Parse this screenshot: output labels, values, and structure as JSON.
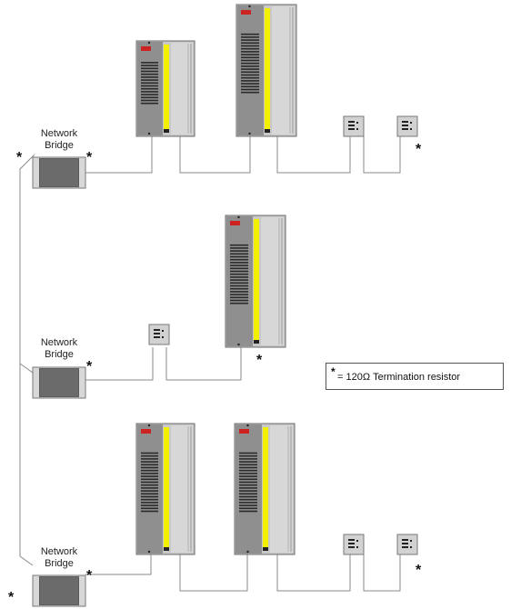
{
  "bridges": [
    {
      "label_line1": "Network",
      "label_line2": "Bridge"
    },
    {
      "label_line1": "Network",
      "label_line2": "Bridge"
    },
    {
      "label_line1": "Network",
      "label_line2": "Bridge"
    }
  ],
  "marker": "*",
  "legend": {
    "symbol": "*",
    "text": "= 120Ω Termination resistor"
  },
  "drive_badge_color": "#cc2222",
  "drive_stripe_color": "#f2f000"
}
